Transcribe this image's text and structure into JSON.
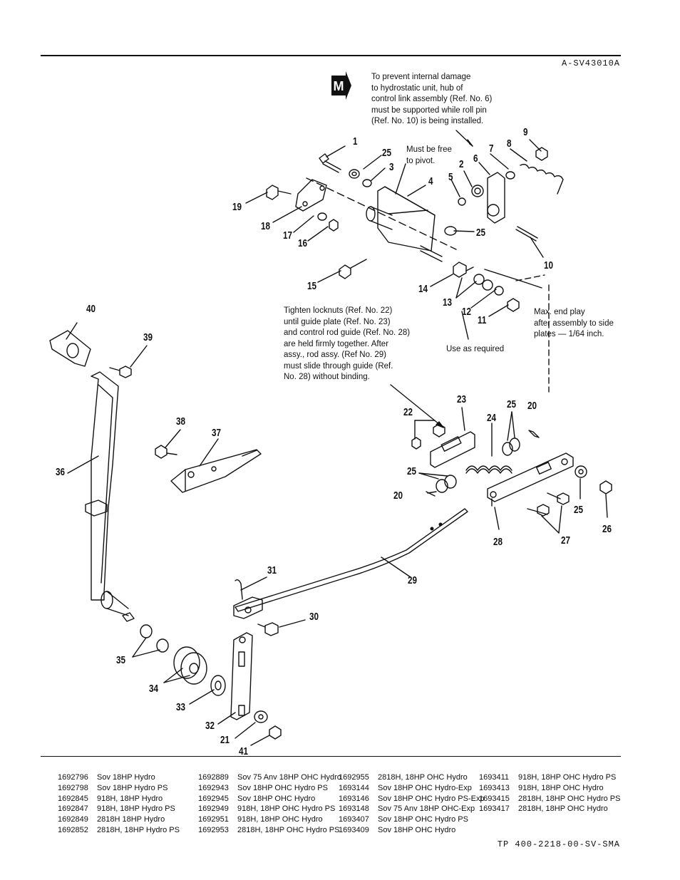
{
  "header": {
    "code": "A-SV43010A"
  },
  "footer": {
    "code": "TP 400-2218-00-SV-SMA"
  },
  "badge": {
    "letter": "M"
  },
  "notes": {
    "hydro": "To prevent internal damage\nto hydrostatic unit, hub of\ncontrol link assembly (Ref. No. 6)\nmust be supported while roll pin\n(Ref. No. 10) is being installed.",
    "pivot": "Must be free\nto pivot.",
    "locknuts": "Tighten locknuts (Ref. No. 22)\nuntil guide plate (Ref. No. 23)\nand control rod guide (Ref. No. 28)\nare held firmly together. After\nassy., rod assy. (Ref No. 29)\nmust slide through guide (Ref.\nNo. 28) without binding.",
    "endplay": "Max. end play\nafter assembly to side\nplates — 1/64 inch.",
    "asreq": "Use as required"
  },
  "callouts": [
    "1",
    "25",
    "3",
    "4",
    "2",
    "6",
    "7",
    "8",
    "9",
    "5",
    "19",
    "18",
    "17",
    "16",
    "25",
    "10",
    "15",
    "14",
    "13",
    "12",
    "11",
    "40",
    "39",
    "23",
    "22",
    "24",
    "25",
    "20",
    "38",
    "37",
    "36",
    "25",
    "20",
    "25",
    "26",
    "28",
    "27",
    "31",
    "29",
    "30",
    "35",
    "34",
    "33",
    "32",
    "21",
    "41"
  ],
  "parts_columns": [
    [
      [
        "1692796",
        "Sov 18HP Hydro"
      ],
      [
        "1692798",
        "Sov 18HP Hydro PS"
      ],
      [
        "1692845",
        "918H, 18HP Hydro"
      ],
      [
        "1692847",
        "918H, 18HP Hydro PS"
      ],
      [
        "1692849",
        "2818H 18HP Hydro"
      ],
      [
        "1692852",
        "2818H, 18HP Hydro PS"
      ]
    ],
    [
      [
        "1692889",
        "Sov 75 Anv 18HP OHC Hydro"
      ],
      [
        "1692943",
        "Sov 18HP OHC Hydro PS"
      ],
      [
        "1692945",
        "Sov 18HP OHC Hydro"
      ],
      [
        "1692949",
        "918H, 18HP OHC Hydro PS"
      ],
      [
        "1692951",
        "918H, 18HP OHC Hydro"
      ],
      [
        "1692953",
        "2818H, 18HP OHC Hydro PS"
      ]
    ],
    [
      [
        "1692955",
        "2818H, 18HP OHC Hydro"
      ],
      [
        "1693144",
        "Sov 18HP OHC Hydro-Exp"
      ],
      [
        "1693146",
        "Sov 18HP OHC Hydro PS-Exp"
      ],
      [
        "1693148",
        "Sov 75 Anv 18HP OHC-Exp"
      ],
      [
        "1693407",
        "Sov 18HP OHC Hydro PS"
      ],
      [
        "1693409",
        "Sov 18HP OHC Hydro"
      ]
    ],
    [
      [
        "1693411",
        "918H, 18HP OHC Hydro PS"
      ],
      [
        "1693413",
        "918H, 18HP OHC Hydro"
      ],
      [
        "1693415",
        "2818H, 18HP OHC Hydro PS"
      ],
      [
        "1693417",
        "2818H, 18HP OHC Hydro"
      ]
    ]
  ]
}
